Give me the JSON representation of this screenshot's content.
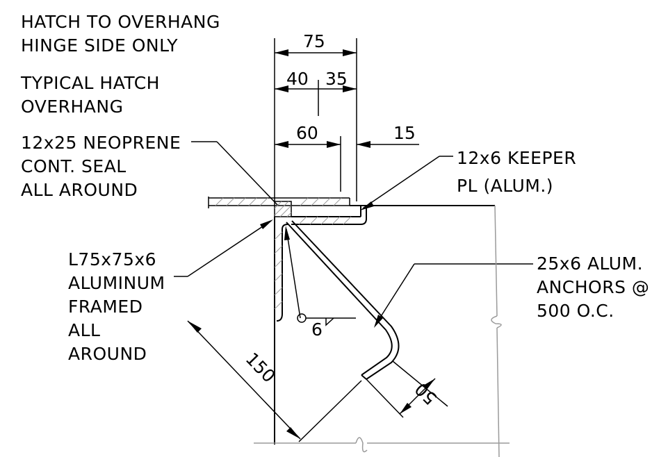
{
  "notes": {
    "hatch_overhang": [
      "HATCH TO OVERHANG",
      "HINGE SIDE ONLY"
    ],
    "typical_overhang": [
      "TYPICAL HATCH",
      "OVERHANG"
    ],
    "seal": [
      "12x25 NEOPRENE",
      "CONT. SEAL",
      "ALL AROUND"
    ],
    "keeper": [
      "12x6 KEEPER",
      "PL (ALUM.)"
    ],
    "angle": [
      "L75x75x6",
      "ALUMINUM",
      "FRAMED",
      "ALL",
      "AROUND"
    ],
    "anchors": [
      "25x6 ALUM.",
      "ANCHORS @",
      "500 O.C."
    ]
  },
  "dimensions": {
    "overall": "75",
    "left_part": "40",
    "right_part": "35",
    "overhang": "60",
    "gap": "15",
    "anchor_length": "150",
    "anchor_hook": "50",
    "weld": "6"
  }
}
